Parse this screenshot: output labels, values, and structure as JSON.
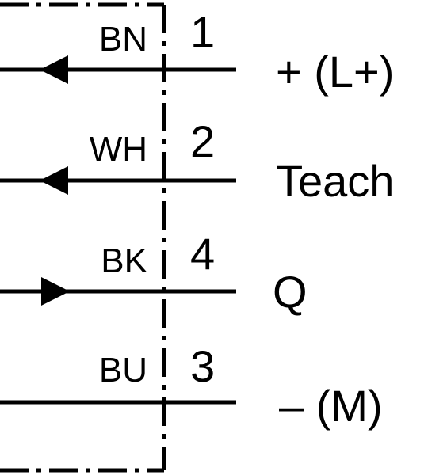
{
  "colors": {
    "line": "#000000",
    "background": "#ffffff"
  },
  "terminals": [
    {
      "wire_color": "BN",
      "pin": "1",
      "signal": "+ (L+)",
      "arrow": "in"
    },
    {
      "wire_color": "WH",
      "pin": "2",
      "signal": "Teach",
      "arrow": "in"
    },
    {
      "wire_color": "BK",
      "pin": "4",
      "signal": "Q",
      "arrow": "out"
    },
    {
      "wire_color": "BU",
      "pin": "3",
      "signal": "– (M)",
      "arrow": "none"
    }
  ]
}
